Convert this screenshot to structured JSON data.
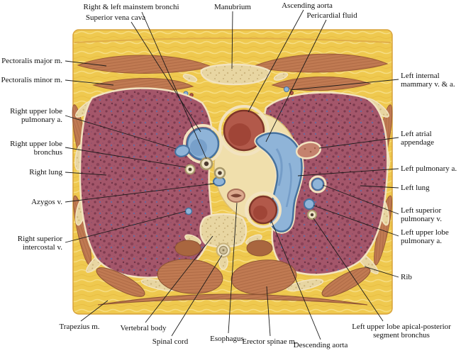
{
  "figure": {
    "labels": {
      "mainstem_bronchi": "Right & left mainstem bronchi",
      "superior_vena_cava": "Superior vena cava",
      "manubrium": "Manubrium",
      "ascending_aorta": "Ascending aorta",
      "pericardial_fluid": "Pericardial fluid",
      "pectoralis_major": "Pectoralis major m.",
      "pectoralis_minor": "Pectoralis minor m.",
      "rul_pulmonary_a": "Right upper lobe pulmonary a.",
      "rul_bronchus": "Right upper lobe bronchus",
      "right_lung": "Right lung",
      "azygos_v": "Azygos v.",
      "right_superior_intercostal_v": "Right superior intercostal v.",
      "left_internal_mammary": "Left internal mammary v. & a.",
      "left_atrial_appendage": "Left atrial appendage",
      "left_pulmonary_a": "Left pulmonary a.",
      "left_lung": "Left lung",
      "left_superior_pulmonary_v": "Left superior pulmonary v.",
      "lul_pulmonary_a": "Left upper lobe pulmonary a.",
      "rib": "Rib",
      "trapezius": "Trapezius m.",
      "vertebral_body": "Vertebral body",
      "spinal_cord": "Spinal cord",
      "esophagus": "Esophagus",
      "erector_spinae": "Erector spinae m.",
      "descending_aorta": "Descending aorta",
      "lul_apical_posterior_bronchus": "Left upper lobe apical-posterior segment bronchus"
    },
    "colors": {
      "fat_yellow": "#EFC94F",
      "muscle_brown": "#C07A52",
      "bone_tan": "#E8D6A2",
      "lung_maroon": "#A4566A",
      "vein_blue": "#8FB4D8",
      "artery_red": "#B2594A",
      "outline_cream": "#F2E3C0",
      "label_text": "#111111"
    }
  }
}
